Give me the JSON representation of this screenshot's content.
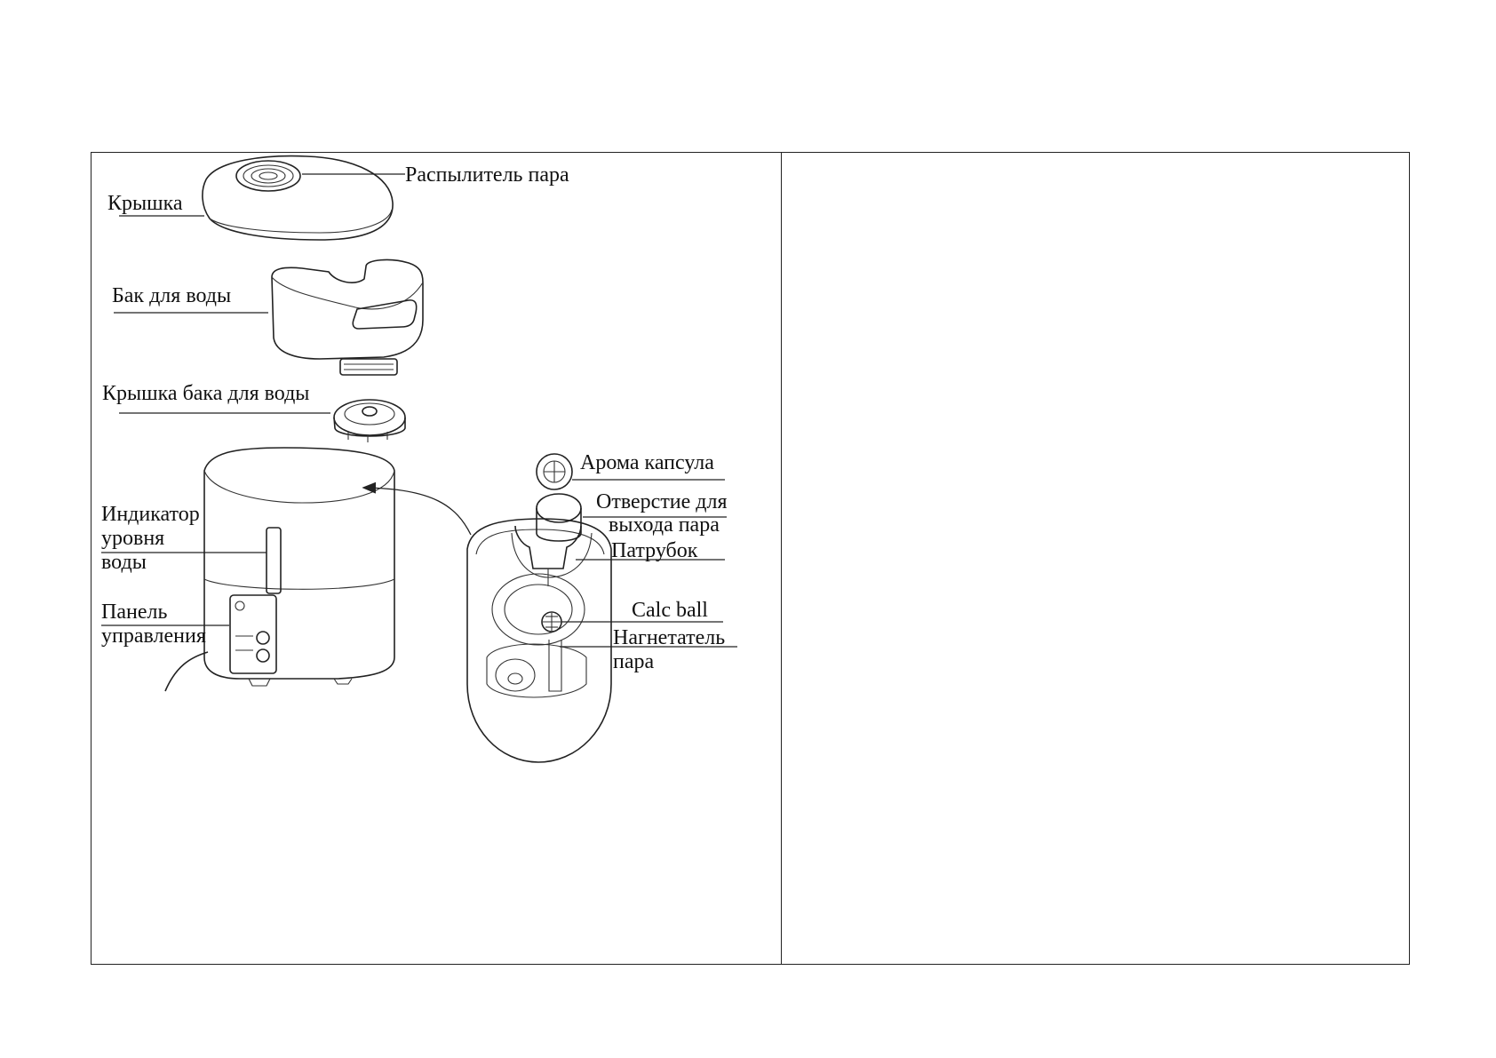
{
  "labels": {
    "vapor_sprayer": "Распылитель пара",
    "lid": "Крышка",
    "water_tank": "Бак для воды",
    "tank_cap": "Крышка бака для воды",
    "aroma_capsule": "Арома капсула",
    "steam_outlet_1": "Отверстие для",
    "steam_outlet_2": "выхода пара",
    "nozzle": "Патрубок",
    "calc_ball": "Calc ball",
    "blower_1": "Нагнетатель",
    "blower_2": "пара",
    "level_indicator_1": "Индикатор",
    "level_indicator_2": "уровня",
    "level_indicator_3": "воды",
    "control_panel_1": "Панель",
    "control_panel_2": "управления"
  }
}
